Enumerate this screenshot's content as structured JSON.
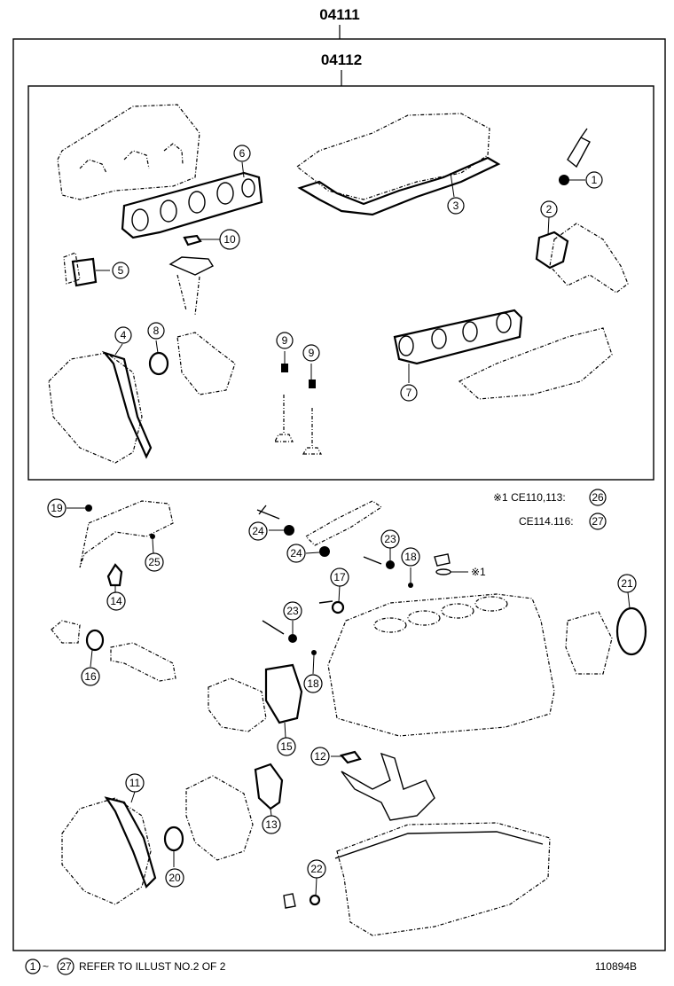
{
  "header": {
    "kit_outer": "04111",
    "kit_inner": "04112"
  },
  "callouts": [
    "1",
    "2",
    "3",
    "4",
    "5",
    "6",
    "7",
    "8",
    "9",
    "9",
    "10",
    "11",
    "12",
    "13",
    "14",
    "15",
    "16",
    "17",
    "18",
    "18",
    "19",
    "20",
    "21",
    "22",
    "23",
    "23",
    "24",
    "24",
    "25"
  ],
  "notes": {
    "note1_prefix": "※1 CE110,113:",
    "note1_ref": "26",
    "note2_prefix": "CE114.116:",
    "note2_ref": "27",
    "star_marker": "※1",
    "footer_from": "1",
    "footer_tilde": "~",
    "footer_to": "27",
    "footer_text": "REFER TO ILLUST NO.2 OF 2",
    "drawing_id": "110894B"
  }
}
